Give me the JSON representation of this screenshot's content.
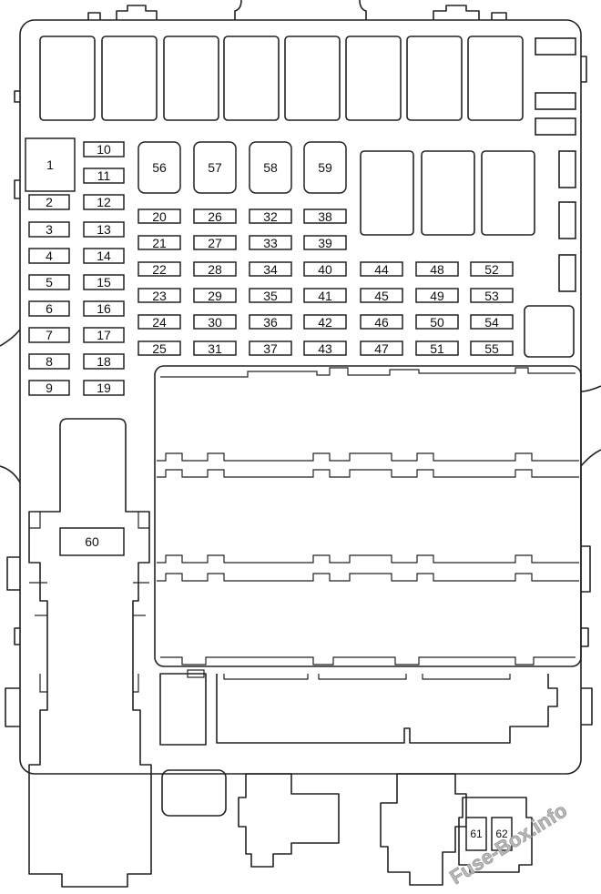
{
  "fuses": {
    "f1": "1",
    "f2": "2",
    "f3": "3",
    "f4": "4",
    "f5": "5",
    "f6": "6",
    "f7": "7",
    "f8": "8",
    "f9": "9",
    "f10": "10",
    "f11": "11",
    "f12": "12",
    "f13": "13",
    "f14": "14",
    "f15": "15",
    "f16": "16",
    "f17": "17",
    "f18": "18",
    "f19": "19",
    "f20": "20",
    "f21": "21",
    "f22": "22",
    "f23": "23",
    "f24": "24",
    "f25": "25",
    "f26": "26",
    "f27": "27",
    "f28": "28",
    "f29": "29",
    "f30": "30",
    "f31": "31",
    "f32": "32",
    "f33": "33",
    "f34": "34",
    "f35": "35",
    "f36": "36",
    "f37": "37",
    "f38": "38",
    "f39": "39",
    "f40": "40",
    "f41": "41",
    "f42": "42",
    "f43": "43",
    "f44": "44",
    "f45": "45",
    "f46": "46",
    "f47": "47",
    "f48": "48",
    "f49": "49",
    "f50": "50",
    "f51": "51",
    "f52": "52",
    "f53": "53",
    "f54": "54",
    "f55": "55",
    "f56": "56",
    "f57": "57",
    "f58": "58",
    "f59": "59",
    "f60": "60",
    "f61": "61",
    "f62": "62"
  },
  "watermark": "Fuse-Box.info"
}
